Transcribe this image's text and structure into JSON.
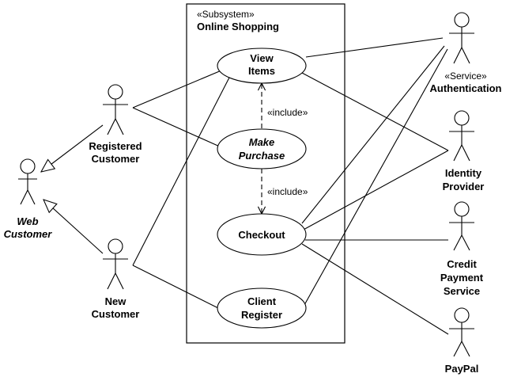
{
  "subsystem": {
    "stereotype": "«Subsystem»",
    "name": "Online Shopping"
  },
  "use_cases": {
    "view_items": [
      "View",
      "Items"
    ],
    "make_purchase": [
      "Make",
      "Purchase"
    ],
    "checkout": [
      "Checkout"
    ],
    "client_register": [
      "Client",
      "Register"
    ]
  },
  "actors": {
    "web_customer": [
      "Web",
      "Customer"
    ],
    "registered_customer": [
      "Registered",
      "Customer"
    ],
    "new_customer": [
      "New",
      "Customer"
    ],
    "authentication": {
      "stereotype": "«Service»",
      "name": "Authentication"
    },
    "identity_provider": [
      "Identity",
      "Provider"
    ],
    "credit_payment_service": [
      "Credit",
      "Payment",
      "Service"
    ],
    "paypal": [
      "PayPal"
    ]
  },
  "relations": {
    "include_1": "«include»",
    "include_2": "«include»"
  }
}
